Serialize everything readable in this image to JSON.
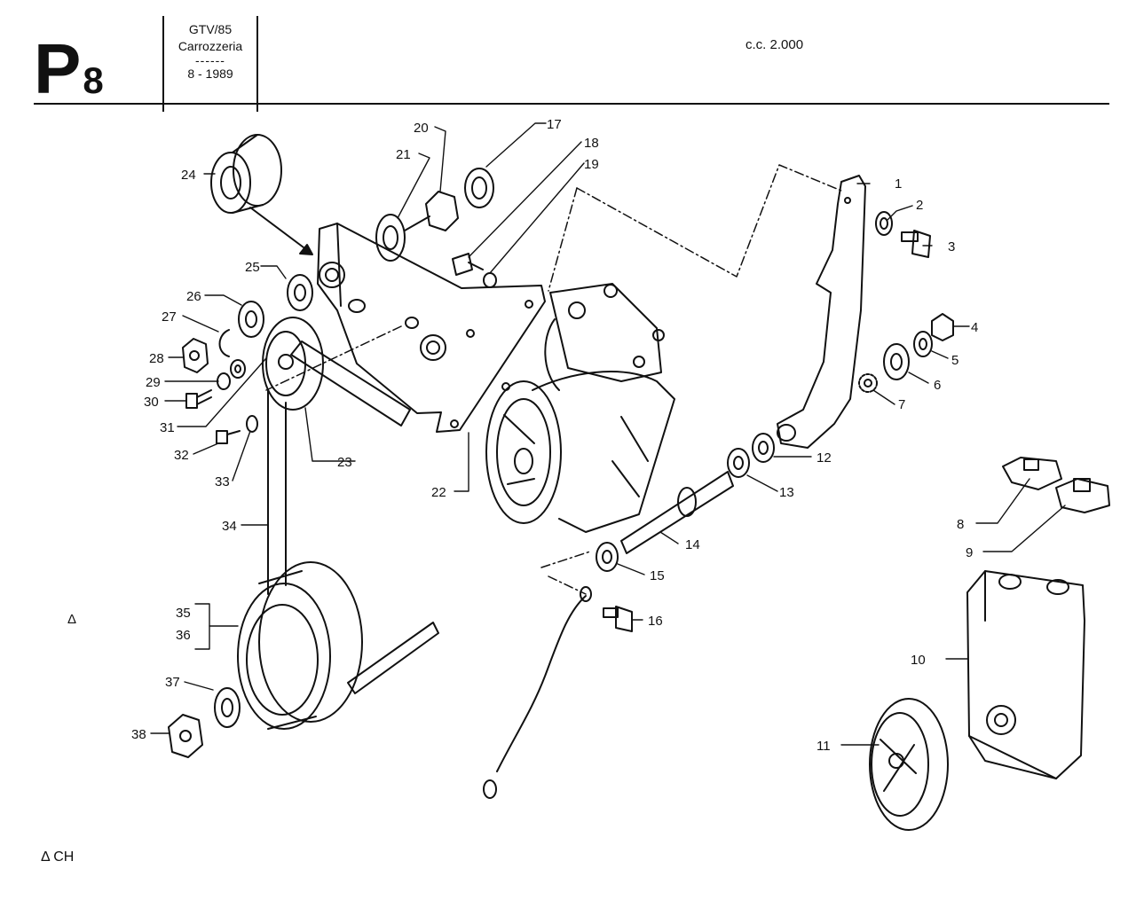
{
  "header": {
    "page_letter": "P",
    "page_number": "8",
    "model": "GTV/85",
    "section": "Carrozzeria",
    "separator": "------",
    "date": "8 - 1989",
    "engine": "c.c. 2.000"
  },
  "legend_marker": "Δ",
  "footnote": "Δ CH",
  "callouts": [
    {
      "id": "c1",
      "label": "1"
    },
    {
      "id": "c2",
      "label": "2"
    },
    {
      "id": "c3",
      "label": "3"
    },
    {
      "id": "c4",
      "label": "4"
    },
    {
      "id": "c5",
      "label": "5"
    },
    {
      "id": "c6",
      "label": "6"
    },
    {
      "id": "c7",
      "label": "7"
    },
    {
      "id": "c8",
      "label": "8"
    },
    {
      "id": "c9",
      "label": "9"
    },
    {
      "id": "c10",
      "label": "10"
    },
    {
      "id": "c11",
      "label": "11"
    },
    {
      "id": "c12",
      "label": "12"
    },
    {
      "id": "c13",
      "label": "13"
    },
    {
      "id": "c14",
      "label": "14"
    },
    {
      "id": "c15",
      "label": "15"
    },
    {
      "id": "c16",
      "label": "16"
    },
    {
      "id": "c17",
      "label": "17"
    },
    {
      "id": "c18",
      "label": "18"
    },
    {
      "id": "c19",
      "label": "19"
    },
    {
      "id": "c20",
      "label": "20"
    },
    {
      "id": "c21",
      "label": "21"
    },
    {
      "id": "c22",
      "label": "22"
    },
    {
      "id": "c23",
      "label": "23"
    },
    {
      "id": "c24",
      "label": "24"
    },
    {
      "id": "c25",
      "label": "25"
    },
    {
      "id": "c26",
      "label": "26"
    },
    {
      "id": "c27",
      "label": "27"
    },
    {
      "id": "c28",
      "label": "28"
    },
    {
      "id": "c29",
      "label": "29"
    },
    {
      "id": "c30",
      "label": "30"
    },
    {
      "id": "c31",
      "label": "31"
    },
    {
      "id": "c32",
      "label": "32"
    },
    {
      "id": "c33",
      "label": "33"
    },
    {
      "id": "c34",
      "label": "34"
    },
    {
      "id": "c35",
      "label": "35"
    },
    {
      "id": "c36",
      "label": "36"
    },
    {
      "id": "c37",
      "label": "37"
    },
    {
      "id": "c38",
      "label": "38"
    }
  ]
}
